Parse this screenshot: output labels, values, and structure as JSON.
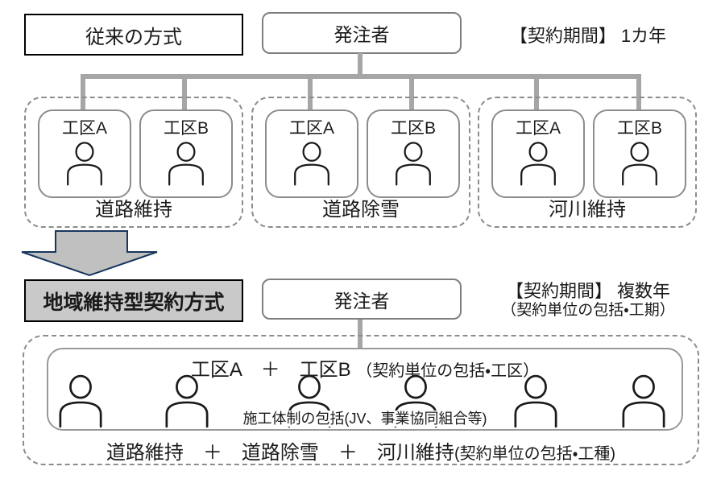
{
  "diagram": {
    "title_meaning": "従来の方式と地域維持型契約方式の比較図",
    "top": {
      "method_label": "従来の方式",
      "client_label": "発注者",
      "period_label": "【契約期間】 1カ年",
      "groups": [
        {
          "name": "道路維持",
          "units": [
            "工区A",
            "工区B"
          ]
        },
        {
          "name": "道路除雪",
          "units": [
            "工区A",
            "工区B"
          ]
        },
        {
          "name": "河川維持",
          "units": [
            "工区A",
            "工区B"
          ]
        }
      ]
    },
    "bottom": {
      "method_label": "地域維持型契約方式",
      "client_label": "発注者",
      "period_label": "【契約期間】 複数年",
      "period_note": "（契約単位の包括・工期）",
      "zones_label": "工区A　＋　工区B",
      "zones_note": "（契約単位の包括・工区）",
      "org_note": "施工体制の包括(JV、事業協同組合等)",
      "works_label": "道路維持　＋　道路除雪　＋　河川維持",
      "works_note": "(契約単位の包括・工種)",
      "person_count": 6
    },
    "colors": {
      "connector": "#a6a6a6",
      "dashed_border": "#8c8c8c",
      "solid_border_gray": "#999999",
      "client_border": "#7f7f7f",
      "arrow_fill": "#c0c0c0",
      "arrow_stroke": "#17365d",
      "regional_box_bg": "#c9c9c9"
    }
  }
}
